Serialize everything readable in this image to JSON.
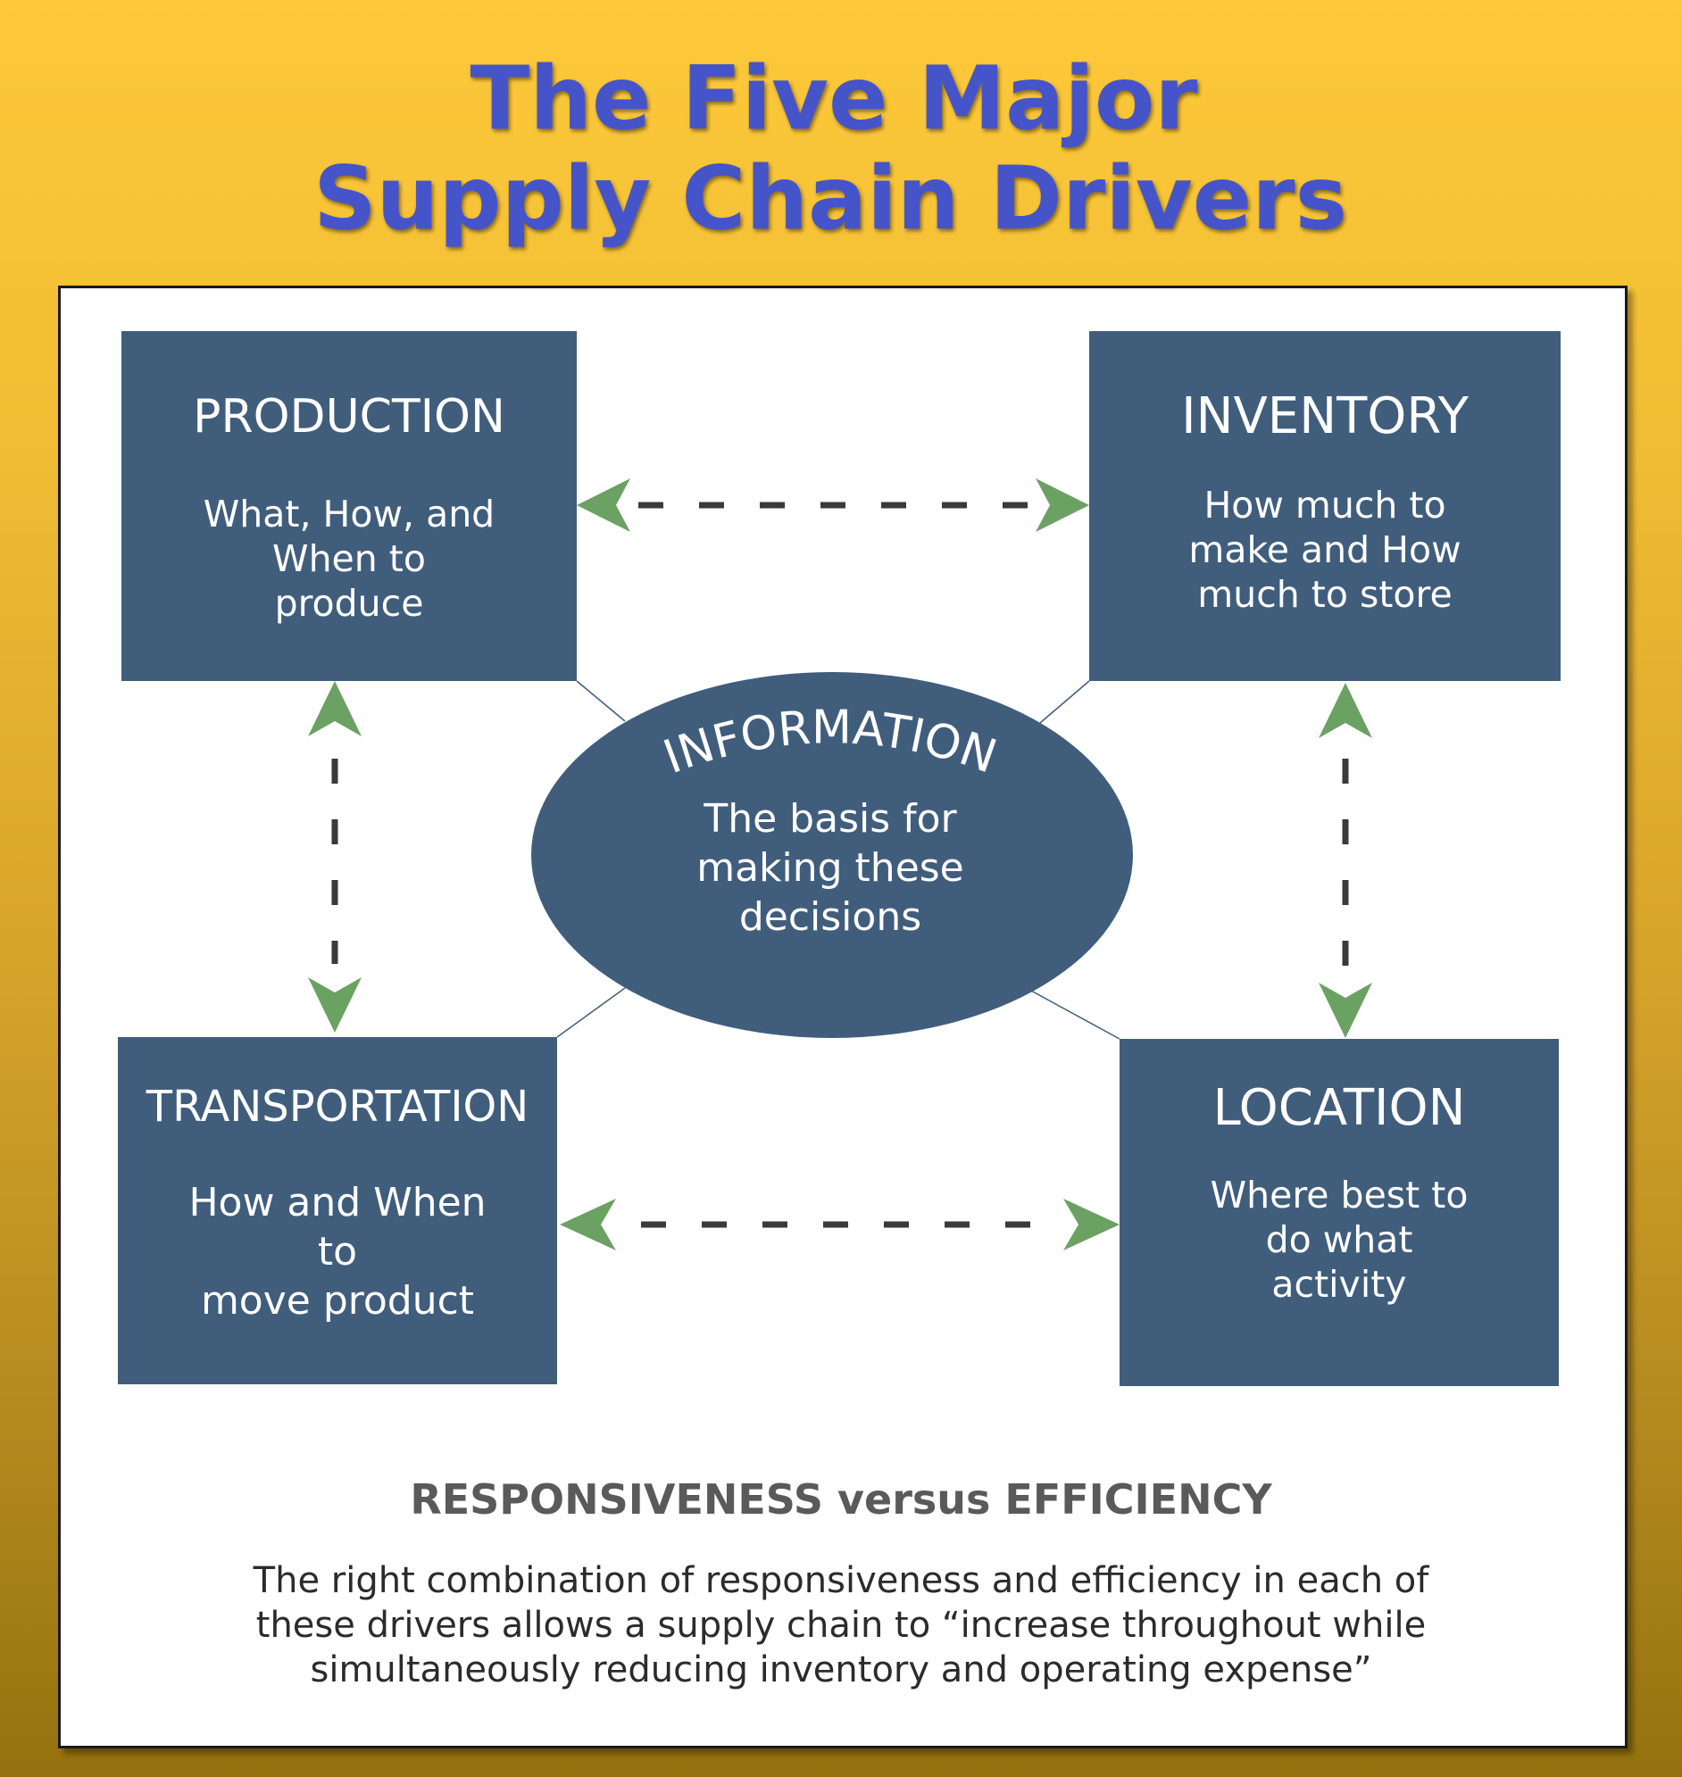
{
  "title": {
    "line1": "The Five Major",
    "line2": "Supply Chain Drivers"
  },
  "drivers": {
    "production": {
      "title": "PRODUCTION",
      "desc": [
        "What, How, and",
        "When to",
        "produce"
      ]
    },
    "inventory": {
      "title": "INVENTORY",
      "desc": [
        "How much to",
        "make and How",
        "much to store"
      ]
    },
    "transportation": {
      "title": "TRANSPORTATION",
      "desc": [
        "How and When",
        "to",
        "move product"
      ]
    },
    "location": {
      "title": "LOCATION",
      "desc": [
        "Where best to",
        "do what",
        "activity"
      ]
    }
  },
  "information": {
    "title": "INFORMATION",
    "desc": [
      "The basis for",
      "making these",
      "decisions"
    ]
  },
  "responsiveness": {
    "heading": "RESPONSIVENESS versus EFFICIENCY",
    "body": [
      "The right combination of responsiveness and efficiency in each of",
      "these drivers allows a supply chain to “increase throughout while",
      "simultaneously reducing inventory and operating expense”"
    ]
  },
  "colors": {
    "box_fill": "#405d7c",
    "arrow_head": "#6ba163",
    "dash": "#3a3a3a",
    "title_text": "#4654c9"
  }
}
